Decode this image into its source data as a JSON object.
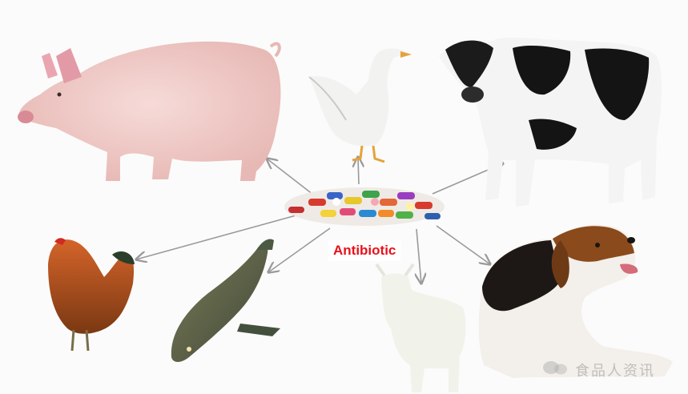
{
  "center": {
    "label": "Antibiotic"
  },
  "watermark": {
    "text": "食品人资讯"
  },
  "colors": {
    "label_text": "#e8121a",
    "arrow": "#9a9a9a"
  },
  "animals": [
    "pig",
    "goose",
    "cow",
    "rooster",
    "fish",
    "goat",
    "dog"
  ]
}
